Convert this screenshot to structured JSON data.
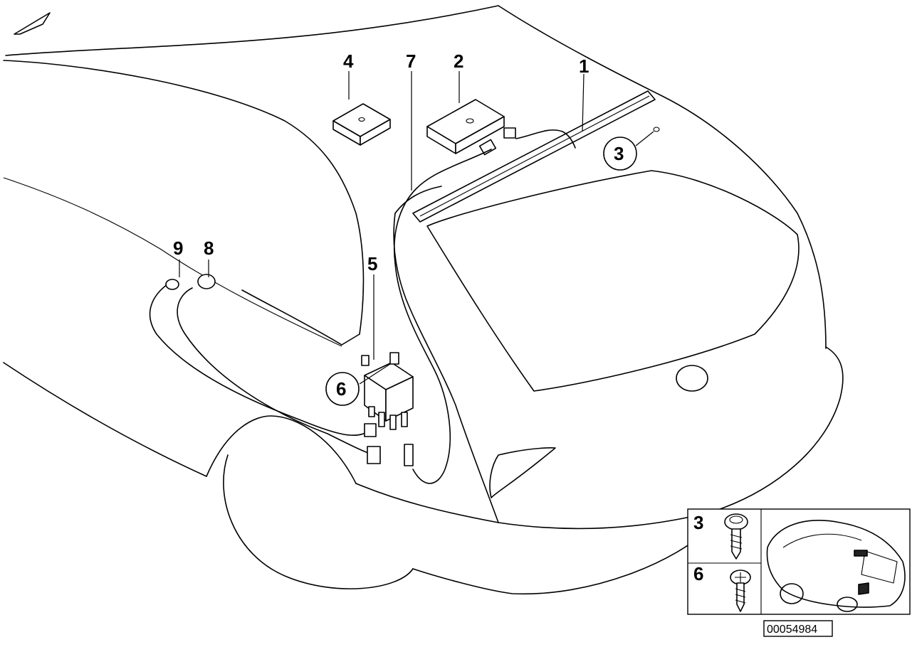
{
  "callouts": {
    "p1": "1",
    "p2": "2",
    "p3": "3",
    "p4": "4",
    "p5": "5",
    "p6": "6",
    "p7": "7",
    "p8": "8",
    "p9": "9"
  },
  "inset": {
    "row_top_label": "3",
    "row_bottom_label": "6"
  },
  "diagram_id": "00054984",
  "icons": [
    "screw-icon",
    "car-thumbnail-icon"
  ]
}
